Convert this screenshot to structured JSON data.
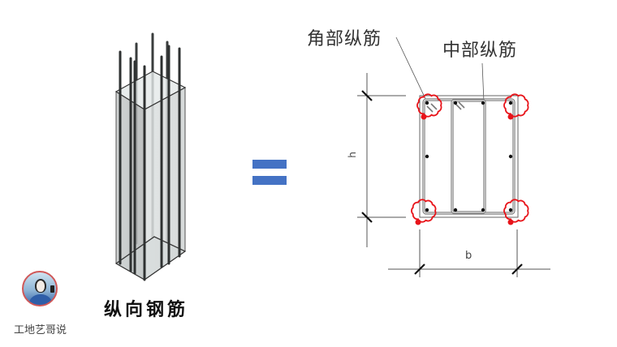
{
  "figure": {
    "left_caption": "纵向钢筋",
    "operator_symbol": "equals-sign",
    "accent_color": "#4472c4",
    "highlight_color": "#e8141a"
  },
  "cross_section": {
    "labels": {
      "corner_bars": "角部纵筋",
      "middle_bars": "中部纵筋"
    },
    "dimensions": {
      "height": "h",
      "width": "b"
    },
    "corner_bar_count": 4,
    "middle_bar_count_top": 2,
    "middle_bar_count_bottom": 2,
    "middle_bar_count_sides": 2
  },
  "author": {
    "name": "工地艺哥说",
    "avatar_icon": "person-avatar-icon"
  }
}
